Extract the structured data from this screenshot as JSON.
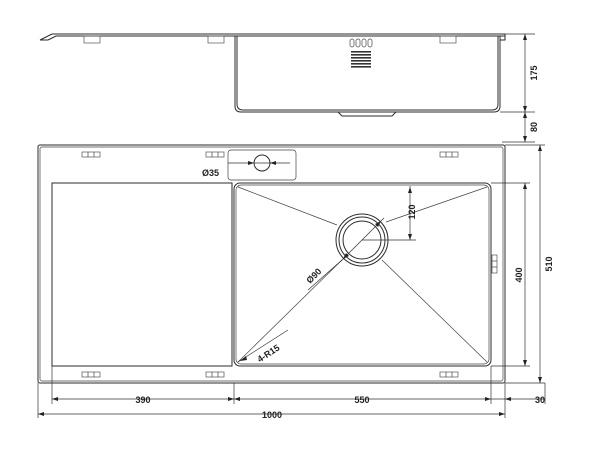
{
  "dimensions": {
    "side_bowl_depth": "175",
    "side_flange": "80",
    "overall_depth": "510",
    "bowl_depth": "400",
    "drainer_width": "390",
    "bowl_width": "550",
    "overall_width": "1000",
    "offset": "30",
    "tap_hole": "Ø35",
    "waste_dia": "Ø90",
    "waste_offset": "120",
    "corner_radius": "4-R15"
  }
}
